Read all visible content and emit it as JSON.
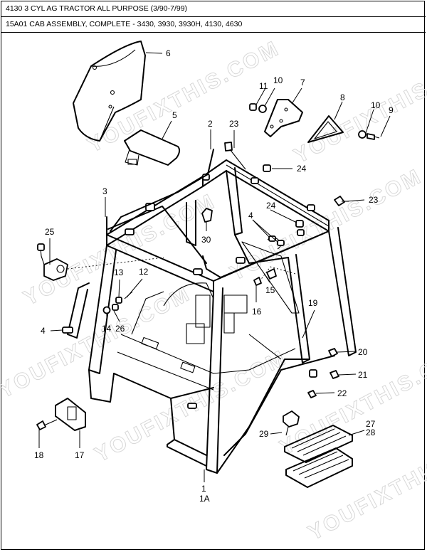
{
  "header": {
    "title": "4130 3 CYL AG TRACTOR ALL PURPOSE (3/90-7/99)",
    "subtitle": "15A01 CAB ASSEMBLY, COMPLETE - 3430, 3930, 3930H, 4130, 4630"
  },
  "watermark": "YOUFIXTHIS.COM",
  "callouts": {
    "c1": "1",
    "c1a": "1A",
    "c2": "2",
    "c3": "3",
    "c4a": "4",
    "c4b": "4",
    "c5": "5",
    "c6": "6",
    "c7": "7",
    "c8": "8",
    "c9": "9",
    "c10a": "10",
    "c10b": "10",
    "c11": "11",
    "c12": "12",
    "c13": "13",
    "c14": "14",
    "c15": "15",
    "c16": "16",
    "c17": "17",
    "c18": "18",
    "c19": "19",
    "c20": "20",
    "c21": "21",
    "c22": "22",
    "c23a": "23",
    "c23b": "23",
    "c24a": "24",
    "c24b": "24",
    "c25": "25",
    "c26": "26",
    "c27": "27",
    "c28": "28",
    "c29": "29",
    "c30": "30"
  }
}
